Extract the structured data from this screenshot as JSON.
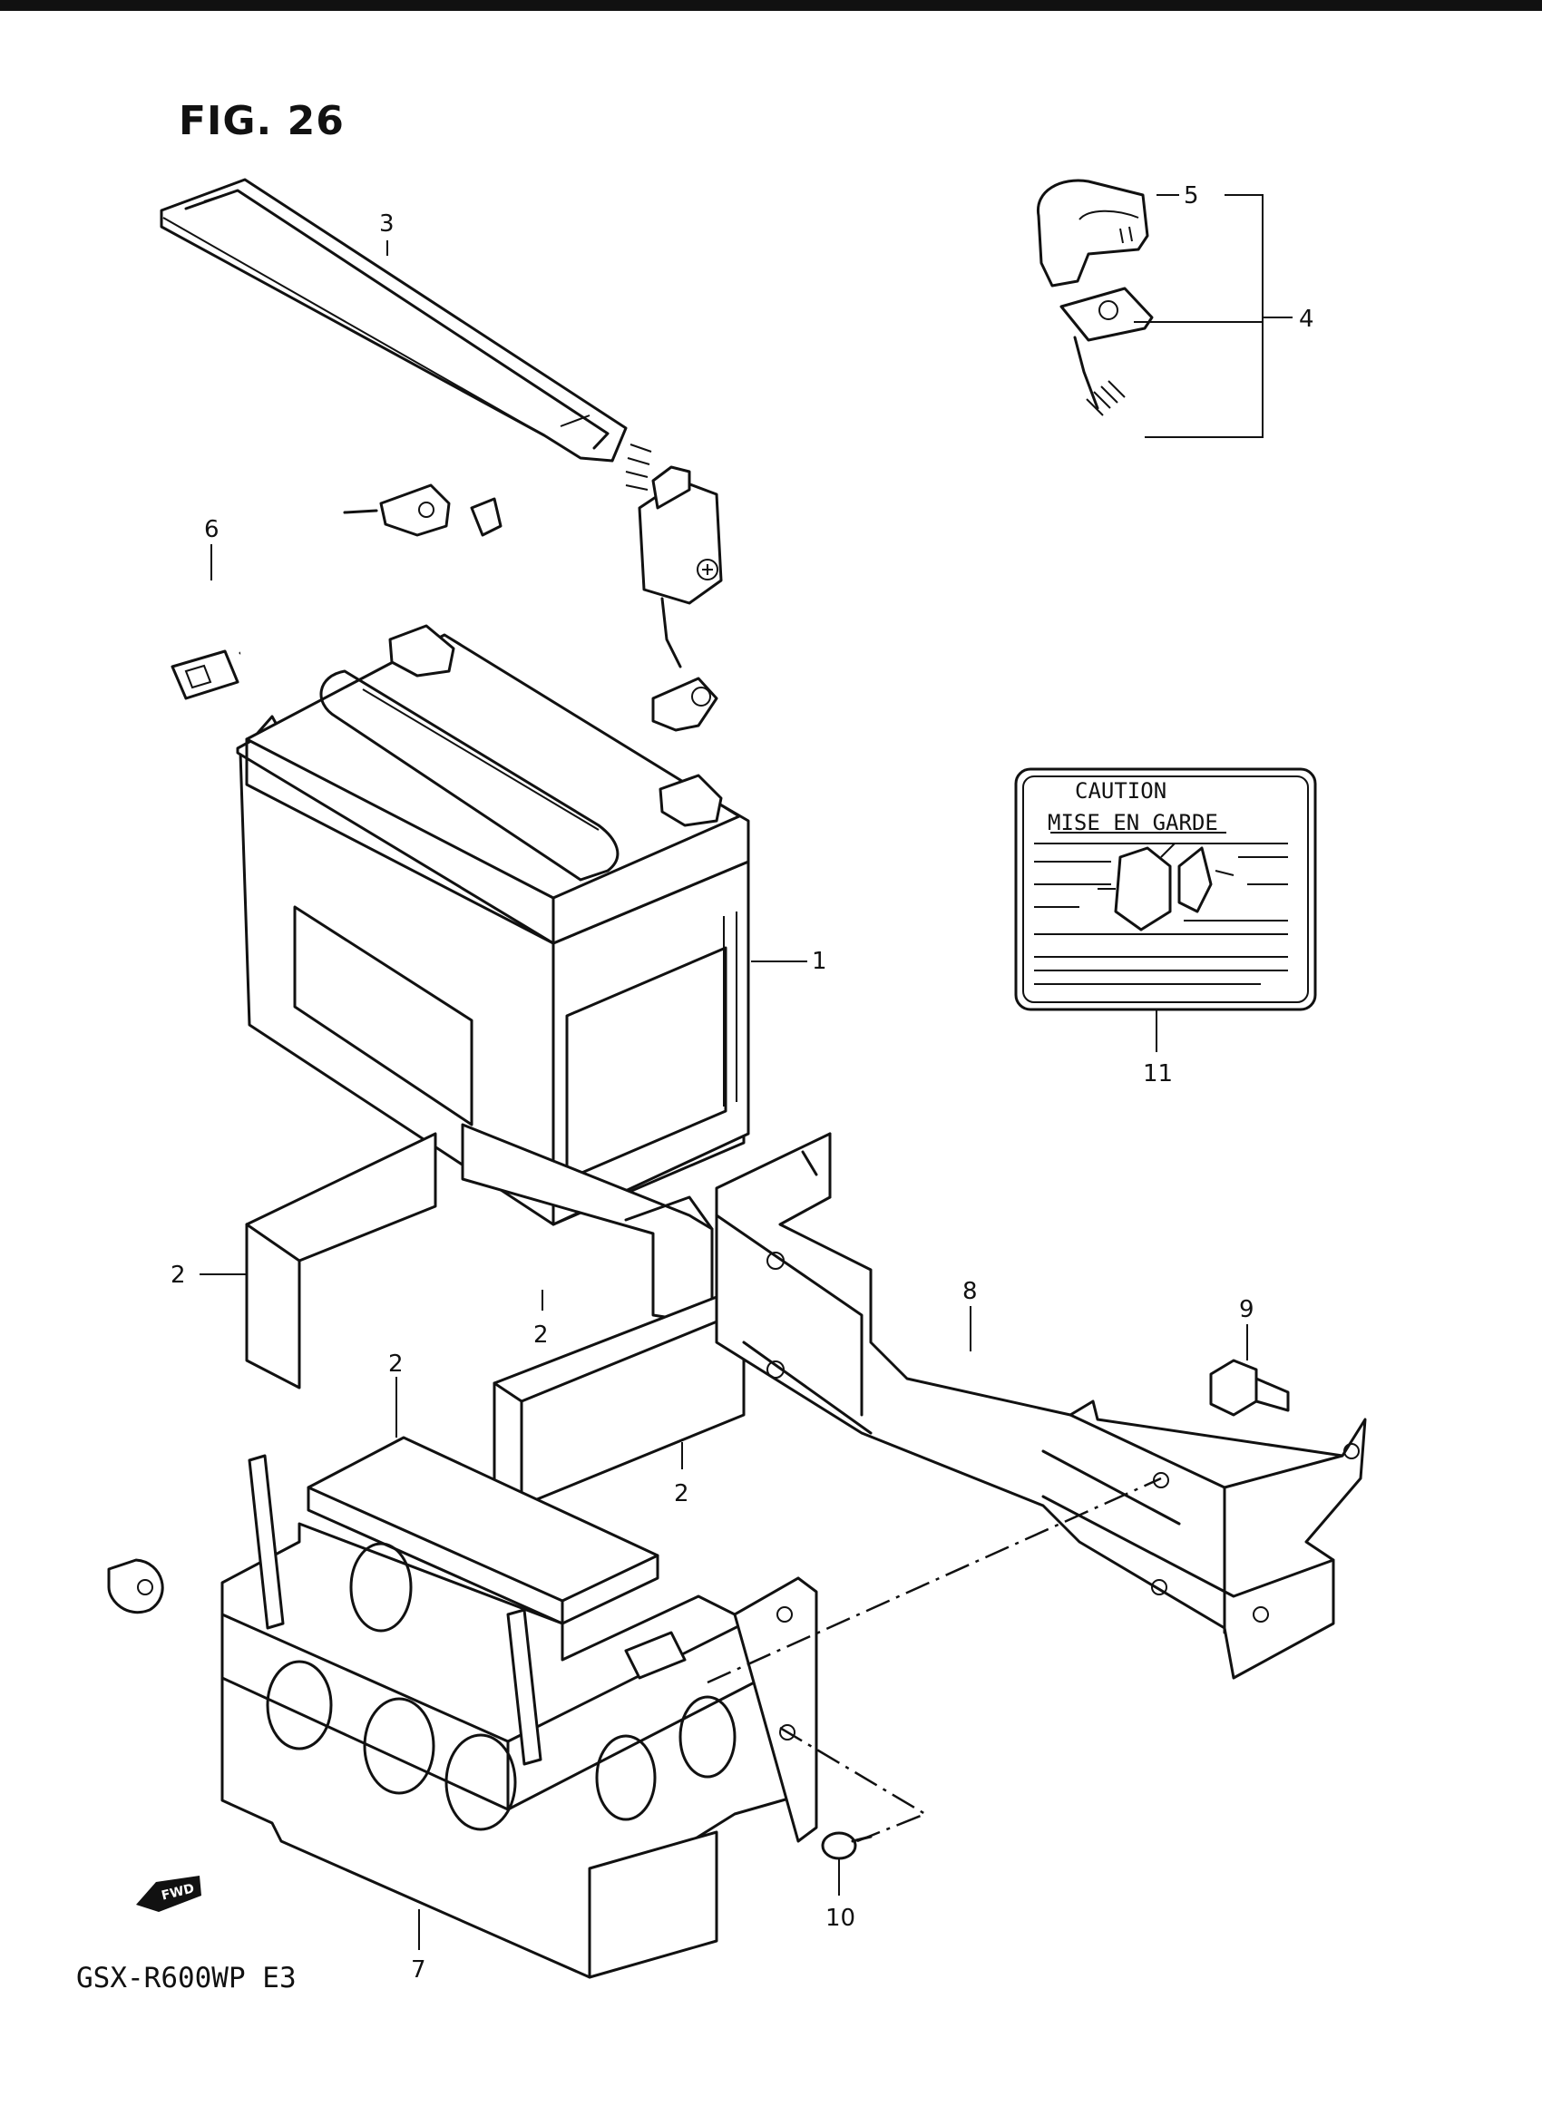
{
  "figure": {
    "title": "FIG. 26",
    "model_code": "GSX-R600WP  E3"
  },
  "callouts": [
    {
      "id": "1",
      "text": "1"
    },
    {
      "id": "2a",
      "text": "2"
    },
    {
      "id": "2b",
      "text": "2"
    },
    {
      "id": "2c",
      "text": "2"
    },
    {
      "id": "2d",
      "text": "2"
    },
    {
      "id": "3",
      "text": "3"
    },
    {
      "id": "4",
      "text": "4"
    },
    {
      "id": "5",
      "text": "5"
    },
    {
      "id": "6",
      "text": "6"
    },
    {
      "id": "7",
      "text": "7"
    },
    {
      "id": "8",
      "text": "8"
    },
    {
      "id": "9",
      "text": "9"
    },
    {
      "id": "10",
      "text": "10"
    },
    {
      "id": "11",
      "text": "11"
    }
  ],
  "caution_label": {
    "line1": "CAUTION",
    "line2": "MISE EN GARDE"
  },
  "fwd_marker": {
    "text": "FWD"
  },
  "colors": {
    "ink": "#111111",
    "paper": "#ffffff"
  }
}
